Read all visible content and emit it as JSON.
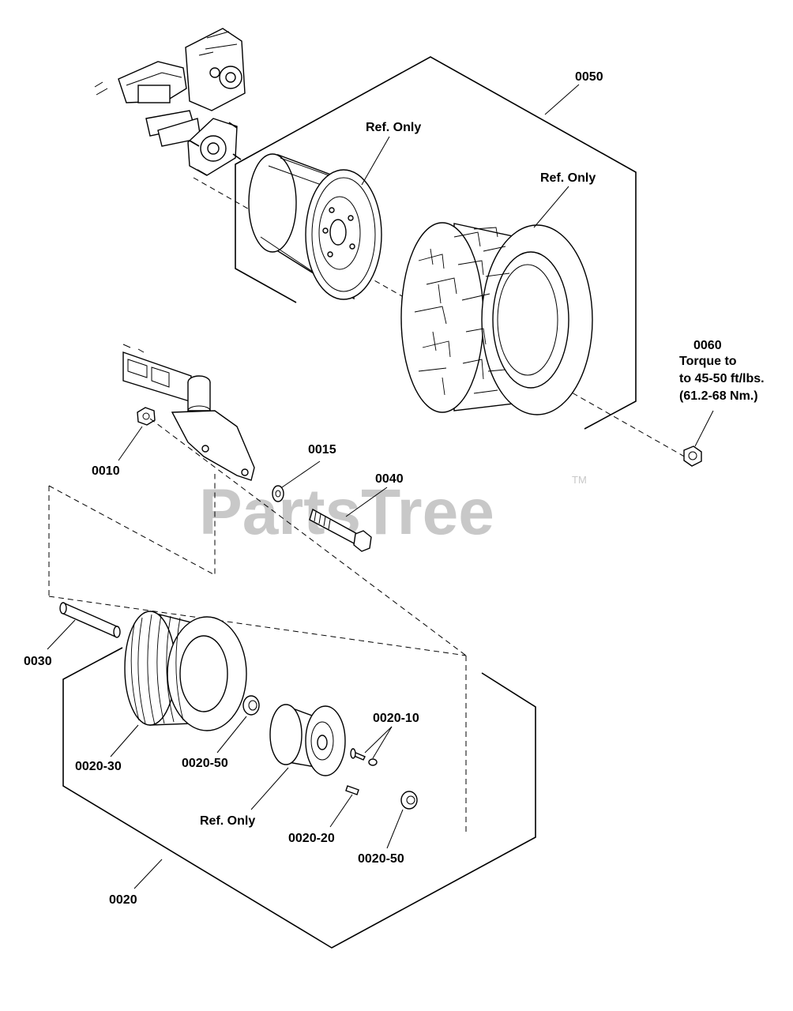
{
  "watermark": {
    "text": "PartsTree",
    "trademark": "TM"
  },
  "callouts": {
    "c0050": "0050",
    "ref_rim_upper": "Ref. Only",
    "ref_tire_upper": "Ref. Only",
    "c0060": "0060",
    "c0060_note1": "Torque to",
    "c0060_note2": "to 45-50 ft/lbs.",
    "c0060_note3": "(61.2-68 Nm.)",
    "c0010": "0010",
    "c0015": "0015",
    "c0040": "0040",
    "c0030": "0030",
    "c0020_30": "0020-30",
    "c0020_50_left": "0020-50",
    "ref_caster_rim": "Ref. Only",
    "c0020_10": "0020-10",
    "c0020_20": "0020-20",
    "c0020_50_right": "0020-50",
    "c0020": "0020"
  }
}
